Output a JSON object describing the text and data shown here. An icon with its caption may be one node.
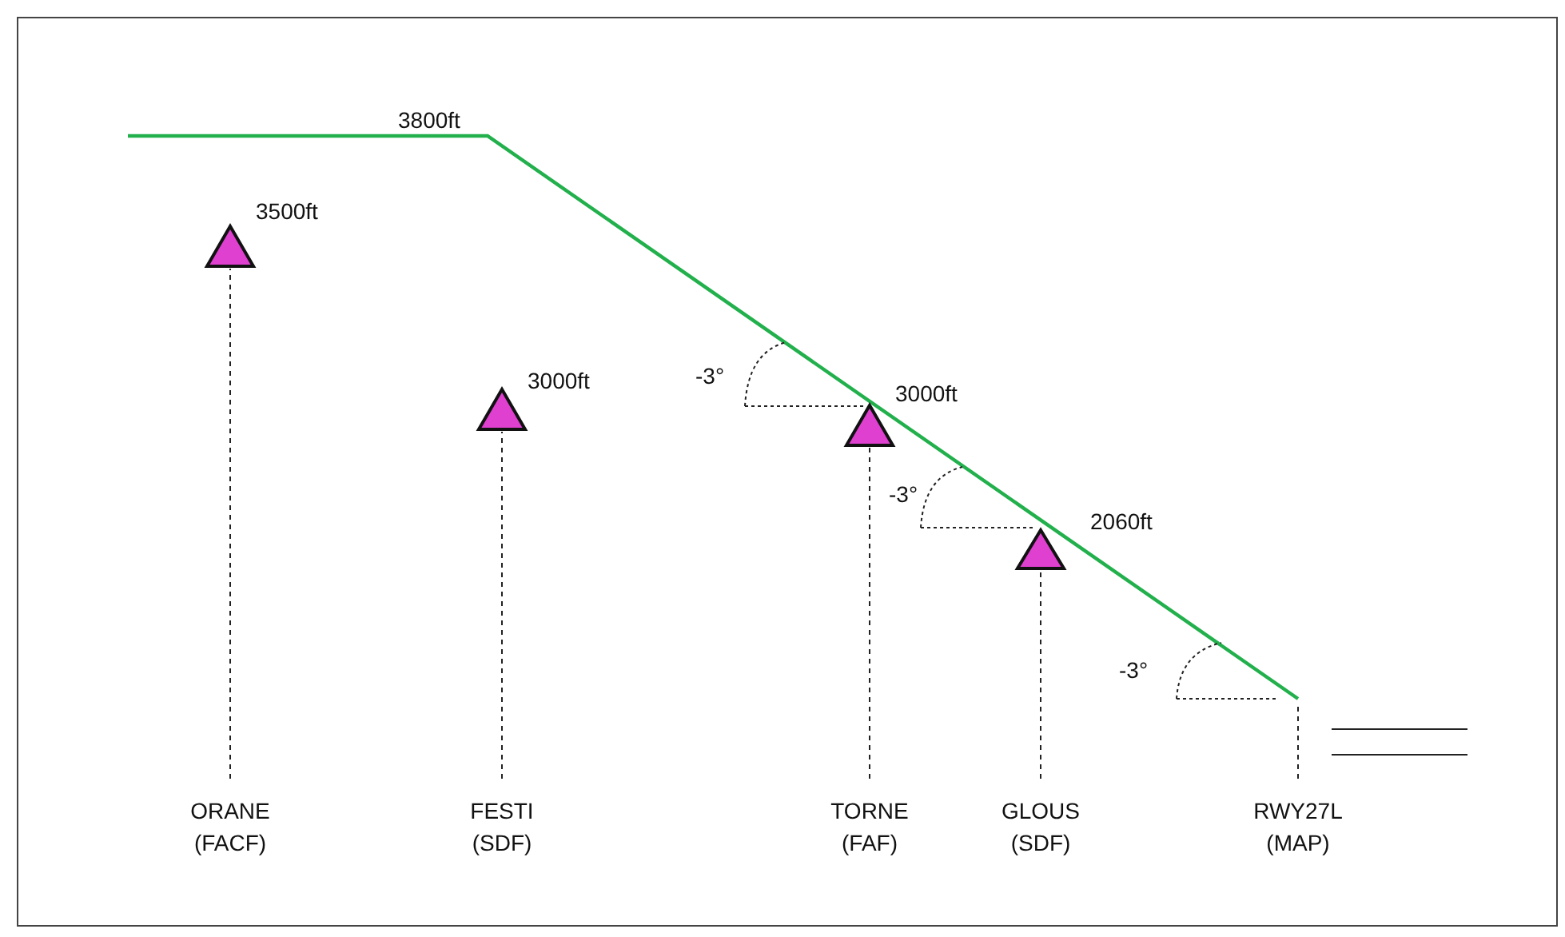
{
  "diagram": {
    "nodes": [
      {
        "text": [],
        "shape": "triangle",
        "beside": [
          "3500ft"
        ]
      },
      {
        "text": [],
        "shape": "triangle",
        "beside": [
          "3000ft"
        ]
      },
      {
        "text": [],
        "shape": "triangle",
        "beside": [
          "3000ft"
        ]
      },
      {
        "text": [],
        "shape": "triangle",
        "beside": [
          "2060ft"
        ]
      },
      {
        "text": [
          "ORANE (FACF)"
        ]
      },
      {
        "text": [
          "FESTI (SDF)"
        ]
      },
      {
        "text": [
          "TORNE (FAF)"
        ]
      },
      {
        "text": [
          "GLOUS (SDF)"
        ]
      },
      {
        "text": [
          "RWY27L (MAP)"
        ]
      }
    ],
    "edges": [
      {
        "from": 4,
        "to": 0,
        "arrow": "none",
        "style": "dashed"
      },
      {
        "from": 5,
        "to": 1,
        "arrow": "none",
        "style": "dashed"
      },
      {
        "from": 6,
        "to": 2,
        "arrow": "none",
        "style": "dashed"
      },
      {
        "from": 7,
        "to": 3,
        "arrow": "none",
        "style": "dashed"
      },
      {
        "from": 8,
        "to": null,
        "arrow": "none",
        "style": "dashed"
      }
    ],
    "labels": [
      "3800ft",
      "-3°",
      "-3°",
      "-3°"
    ]
  }
}
